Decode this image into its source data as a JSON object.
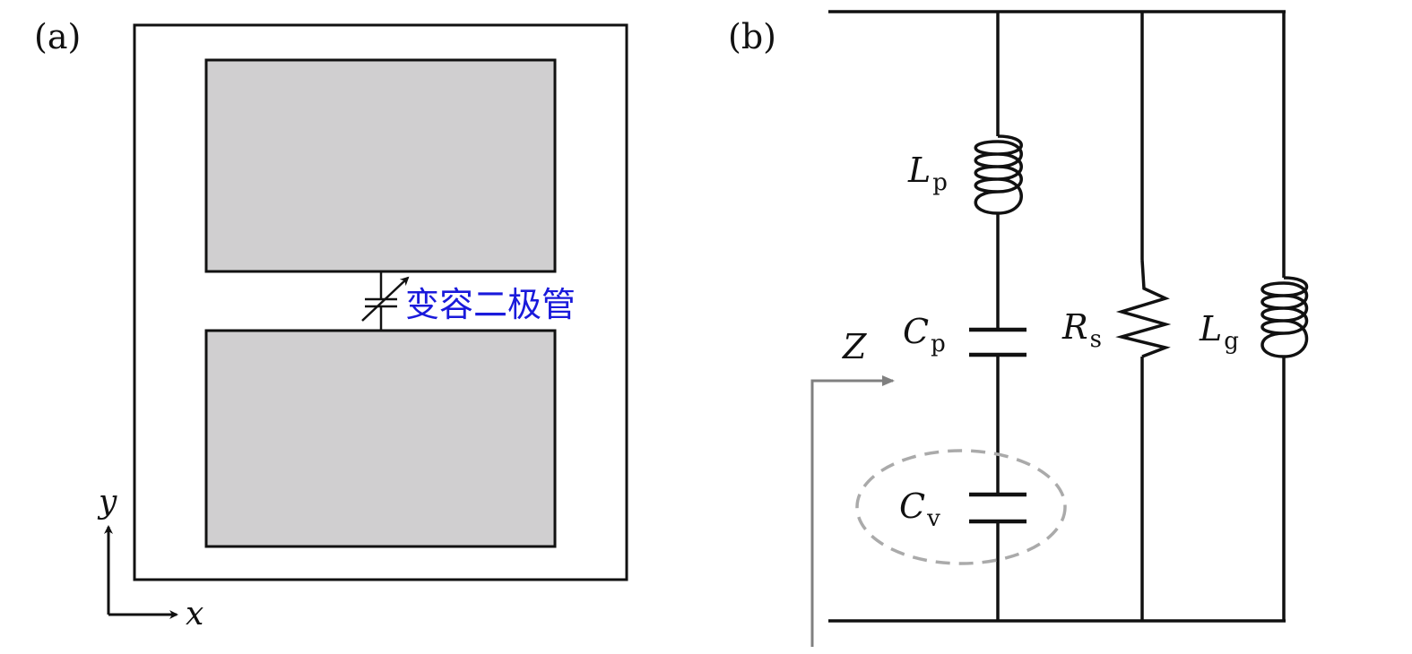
{
  "panel_a": {
    "label": "(a)",
    "varactor_label": "变容二极管",
    "axis_x": "x",
    "axis_y": "y",
    "patch_fill": "#d0cfd0",
    "varactor_label_color": "#1a1adb"
  },
  "panel_b": {
    "label": "(b)",
    "impedance": "Z",
    "components": [
      {
        "id": "Lp",
        "symbol": "L",
        "sub": "p",
        "kind": "inductor"
      },
      {
        "id": "Cp",
        "symbol": "C",
        "sub": "p",
        "kind": "capacitor"
      },
      {
        "id": "Cv",
        "symbol": "C",
        "sub": "v",
        "kind": "capacitor"
      },
      {
        "id": "Rs",
        "symbol": "R",
        "sub": "s",
        "kind": "resistor"
      },
      {
        "id": "Lg",
        "symbol": "L",
        "sub": "g",
        "kind": "inductor"
      }
    ],
    "highlight_color": "#aaaaaa",
    "arrow_color": "#808080"
  }
}
